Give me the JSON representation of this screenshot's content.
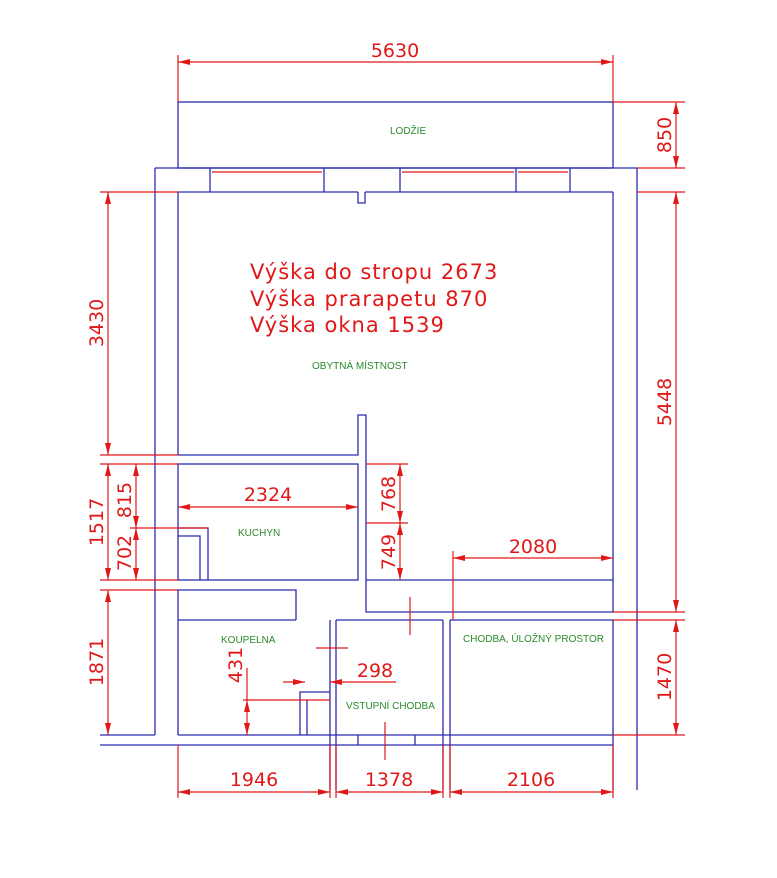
{
  "rooms": {
    "loggia": "LODŽIE",
    "living": "OBYTNÁ MÍSTNOST",
    "kitchen": "KUCHYN",
    "bathroom": "KOUPELNA",
    "entrance": "VSTUPNÍ CHODBA",
    "corridor": "CHODBA, ÚLOŽNÝ PROSTOR"
  },
  "notes": {
    "ceiling": "Výška do stropu 2673",
    "parapet": "Výška prarapetu 870",
    "window": "Výška okna 1539"
  },
  "dimensions": {
    "top_width": "5630",
    "loggia_depth": "850",
    "right_main": "5448",
    "right_corridor": "1470",
    "left_living": "3430",
    "left_kitchen": "1517",
    "kitchen_upper": "815",
    "kitchen_lower": "702",
    "left_bathroom": "1871",
    "kitchen_width": "2324",
    "partition_upper": "768",
    "partition_lower": "749",
    "corridor_width_top": "2080",
    "bath_detail": "431",
    "door_detail": "298",
    "bottom_bathroom": "1946",
    "bottom_entrance": "1378",
    "bottom_corridor": "2106"
  }
}
